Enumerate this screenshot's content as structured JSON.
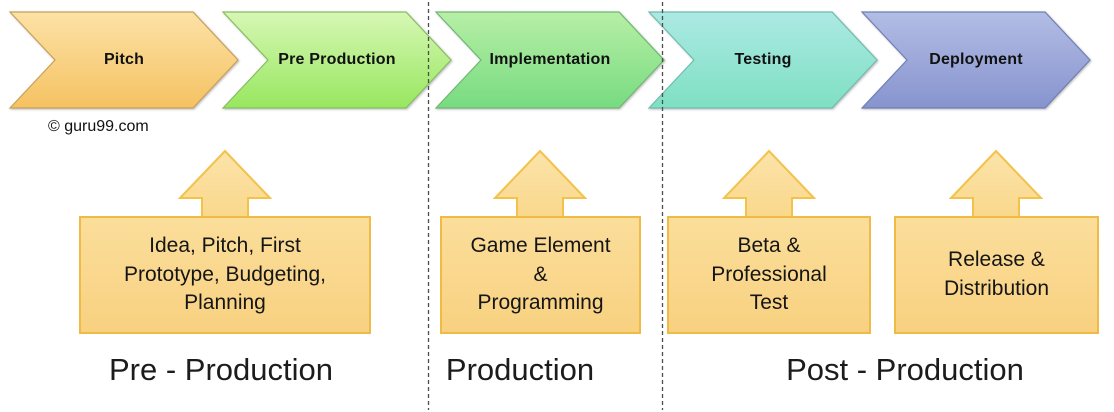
{
  "watermark": "© guru99.com",
  "stages": [
    {
      "label": "Pitch",
      "color_top": "#FCE2A6",
      "color_bottom": "#F5C262",
      "border": "#C9A05A"
    },
    {
      "label": "Pre Production",
      "color_top": "#D7F7B5",
      "color_bottom": "#97E75F",
      "border": "#86BE62"
    },
    {
      "label": "Implementation",
      "color_top": "#B7EFA6",
      "color_bottom": "#77DB80",
      "border": "#6FB870"
    },
    {
      "label": "Testing",
      "color_top": "#ACE9E4",
      "color_bottom": "#7EE0C2",
      "border": "#6FBCB0"
    },
    {
      "label": "Deployment",
      "color_top": "#B2BDE5",
      "color_bottom": "#8793CE",
      "border": "#6F7FB5"
    }
  ],
  "callouts": [
    {
      "text": "Idea, Pitch, First\nPrototype, Budgeting,\nPlanning"
    },
    {
      "text": "Game Element\n&\nProgramming"
    },
    {
      "text": "Beta &\nProfessional\nTest"
    },
    {
      "text": "Release &\nDistribution"
    }
  ],
  "phase_labels": [
    "Pre - Production",
    "Production",
    "Post - Production"
  ],
  "colors": {
    "callout_fill": "#FAD98F",
    "callout_border": "#EFBA45",
    "arrow_fill": "#FBDE9C",
    "arrow_border": "#F2C24A",
    "divider": "#4D4D4D",
    "text": "#151515"
  }
}
